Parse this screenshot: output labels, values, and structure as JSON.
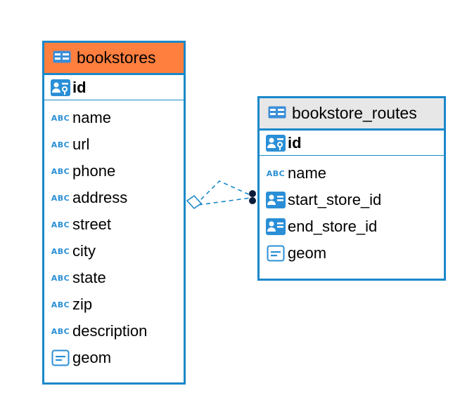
{
  "colors": {
    "border": "#1a88c9",
    "header_highlight": "#ff7f3f",
    "header_normal": "#e7e7e7",
    "type_icon": "#2a8fd6"
  },
  "tables": {
    "bookstores": {
      "name": "bookstores",
      "primary_key": {
        "name": "id",
        "icon": "key-user-icon"
      },
      "columns": [
        {
          "name": "name",
          "type_icon": "ABC"
        },
        {
          "name": "url",
          "type_icon": "ABC"
        },
        {
          "name": "phone",
          "type_icon": "ABC"
        },
        {
          "name": "address",
          "type_icon": "ABC"
        },
        {
          "name": "street",
          "type_icon": "ABC"
        },
        {
          "name": "city",
          "type_icon": "ABC"
        },
        {
          "name": "state",
          "type_icon": "ABC"
        },
        {
          "name": "zip",
          "type_icon": "ABC"
        },
        {
          "name": "description",
          "type_icon": "ABC"
        },
        {
          "name": "geom",
          "type_icon": "geometry-icon"
        }
      ]
    },
    "bookstore_routes": {
      "name": "bookstore_routes",
      "primary_key": {
        "name": "id",
        "icon": "key-user-icon"
      },
      "columns": [
        {
          "name": "name",
          "type_icon": "ABC"
        },
        {
          "name": "start_store_id",
          "type_icon": "user-card-icon"
        },
        {
          "name": "end_store_id",
          "type_icon": "user-card-icon"
        },
        {
          "name": "geom",
          "type_icon": "geometry-icon"
        }
      ]
    }
  },
  "relationship": {
    "from": "bookstore_routes",
    "to": "bookstores",
    "style": "dashed"
  }
}
